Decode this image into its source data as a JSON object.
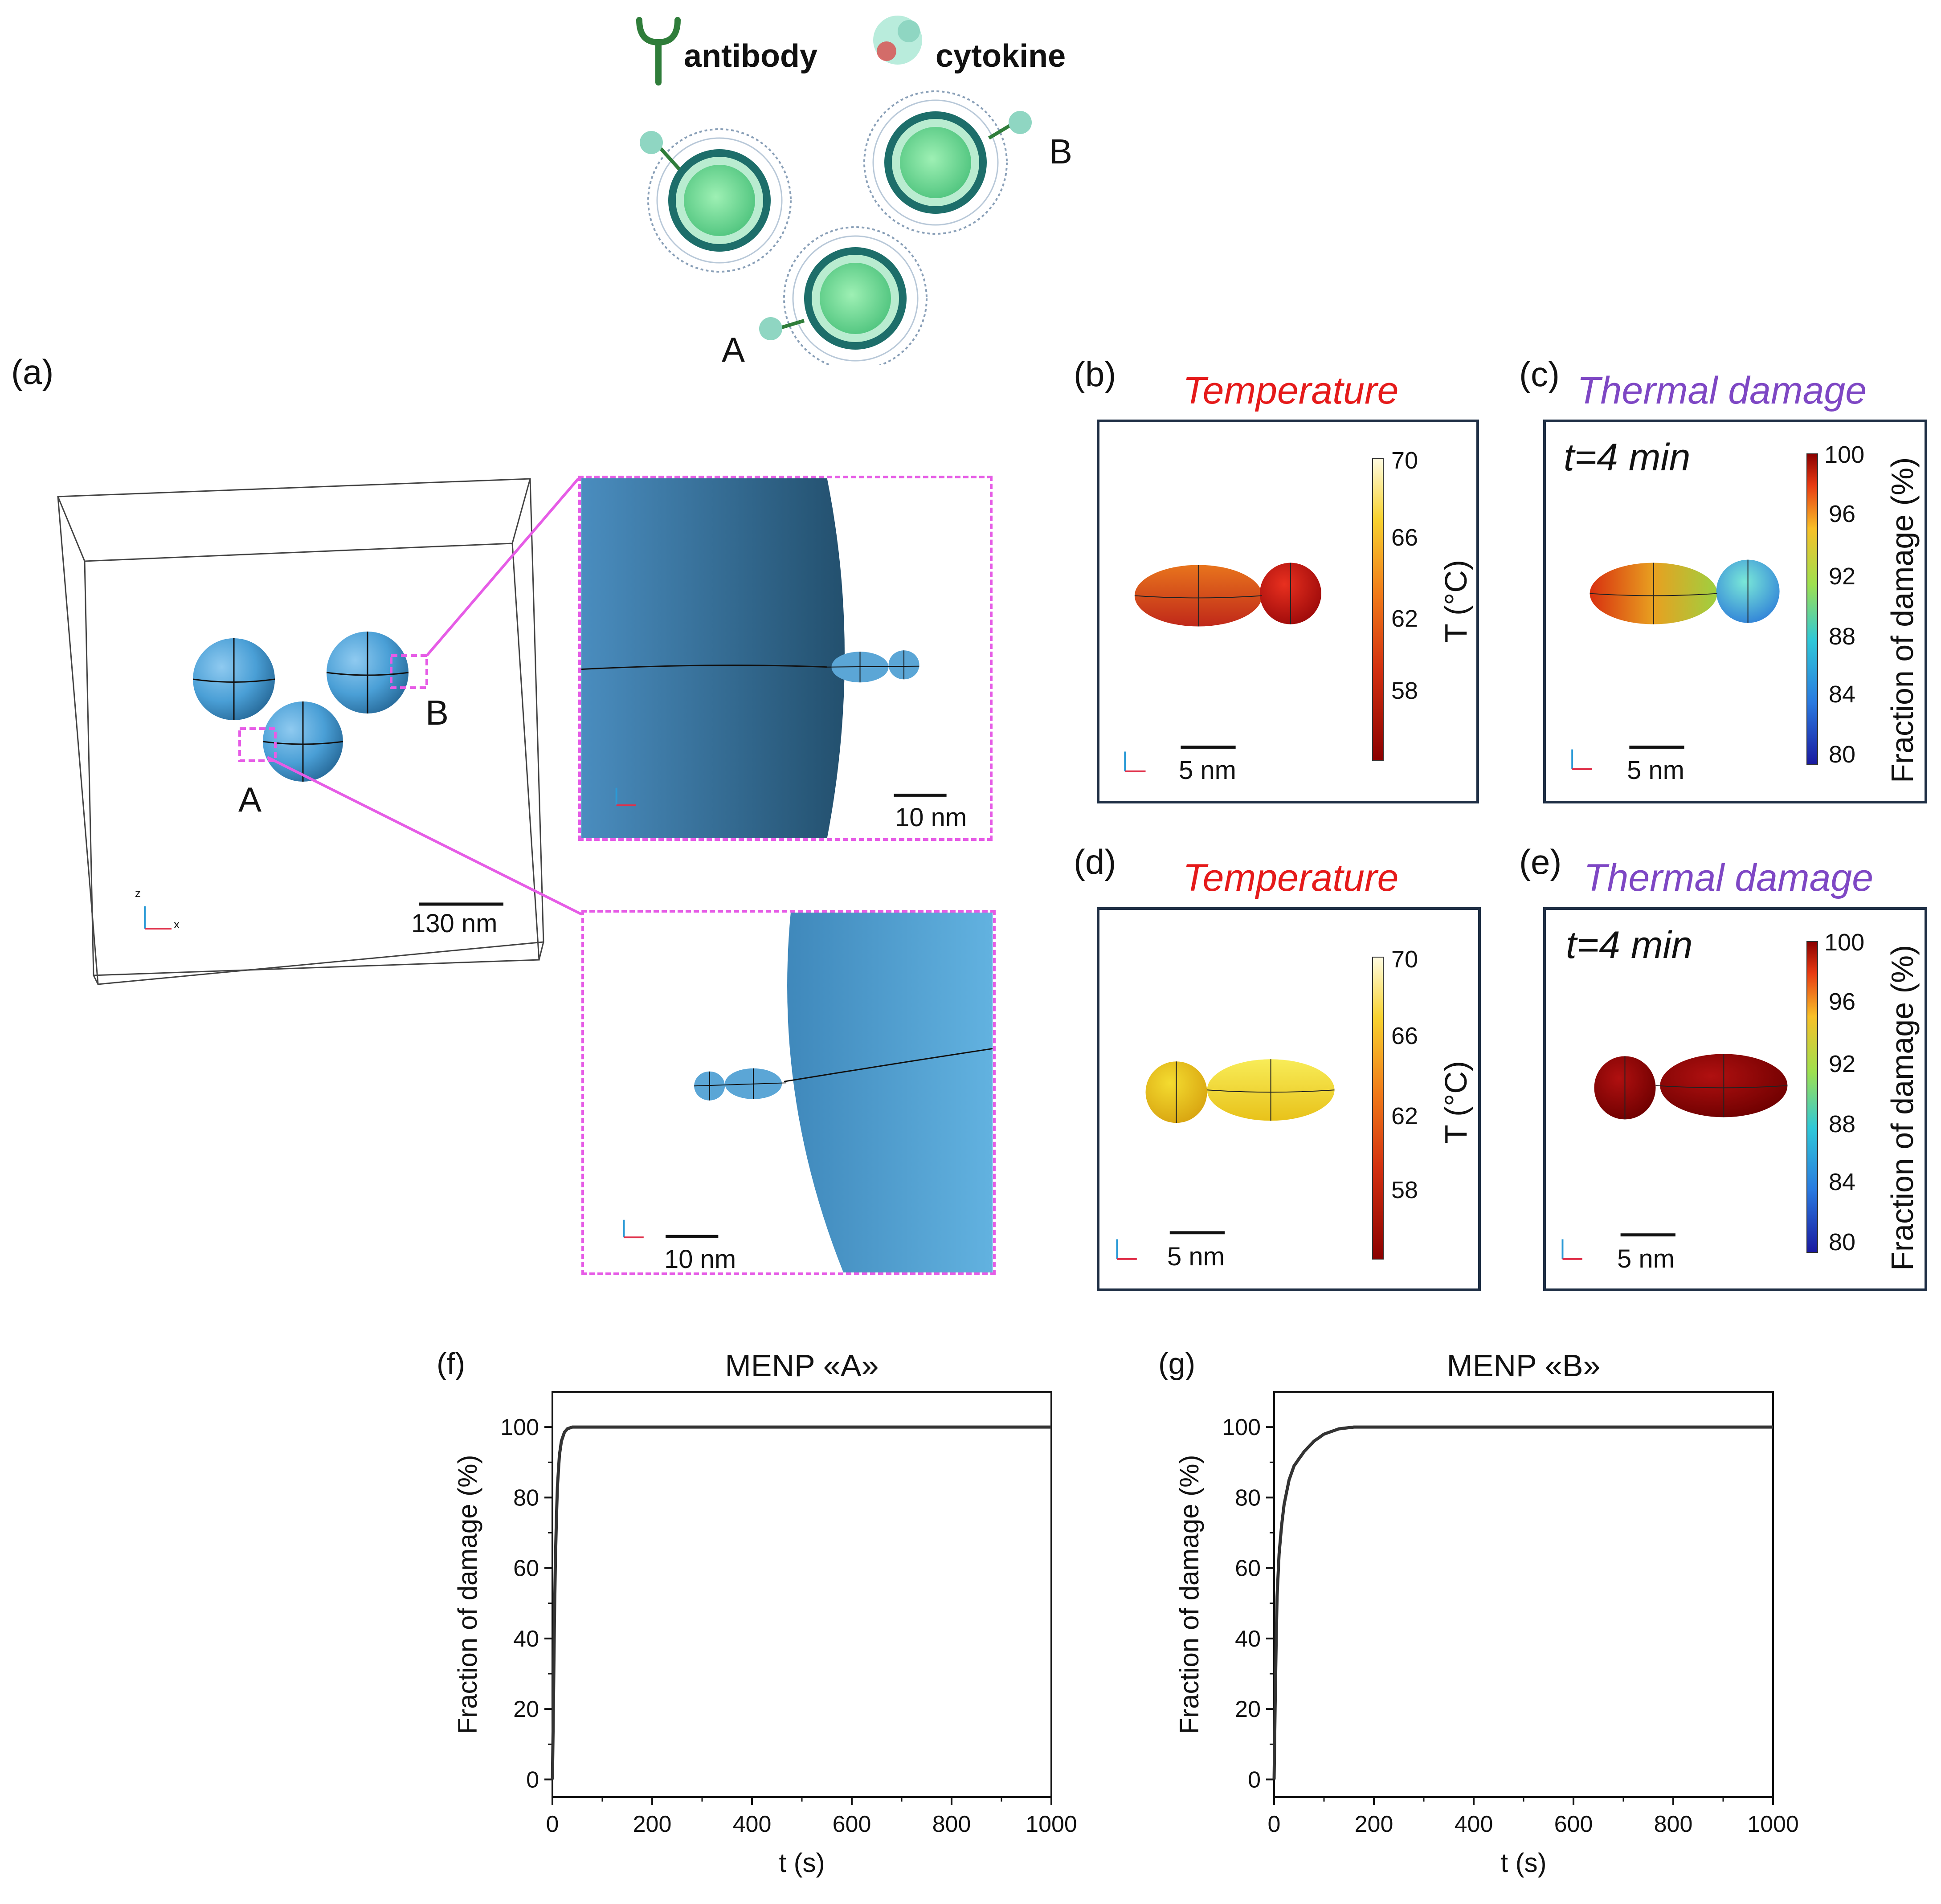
{
  "schematic": {
    "antibody_label": "antibody",
    "cytokine_label": "cytokine",
    "particle_a": "A",
    "particle_b": "B"
  },
  "panel_a": {
    "label": "(a)",
    "point_a": "A",
    "point_b": "B",
    "scale_main": "130 nm",
    "scale_zoom_top": "10 nm",
    "scale_zoom_bottom": "10 nm",
    "axis_z": "z",
    "axis_x": "x"
  },
  "panel_b": {
    "label": "(b)",
    "title": "Temperature",
    "scale": "5 nm",
    "colorbar_title": "T (°C)",
    "ticks": [
      "70",
      "66",
      "62",
      "58"
    ]
  },
  "panel_c": {
    "label": "(c)",
    "title": "Thermal damage",
    "time": "t=4 min",
    "scale": "5 nm",
    "colorbar_title": "Fraction of damage (%)",
    "ticks": [
      "100",
      "96",
      "92",
      "88",
      "84",
      "80"
    ]
  },
  "panel_d": {
    "label": "(d)",
    "title": "Temperature",
    "scale": "5 nm",
    "colorbar_title": "T (°C)",
    "ticks": [
      "70",
      "66",
      "62",
      "58"
    ]
  },
  "panel_e": {
    "label": "(e)",
    "title": "Thermal damage",
    "time": "t=4 min",
    "scale": "5 nm",
    "colorbar_title": "Fraction of damage (%)",
    "ticks": [
      "100",
      "96",
      "92",
      "88",
      "84",
      "80"
    ]
  },
  "colors": {
    "temp_low": "#8b0000",
    "temp_high": "#fffbe0",
    "damage_low": "#1a1aa0",
    "damage_high": "#8b0000",
    "frame": "#1f2f45",
    "zoom_border": "#e65ce6",
    "sphere": "#4a9fd6"
  },
  "chart_data": [
    {
      "panel_label": "(f)",
      "type": "line",
      "title": "MENP «A»",
      "xlabel": "t (s)",
      "ylabel": "Fraction of damage (%)",
      "xlim": [
        0,
        1000
      ],
      "ylim": [
        -5,
        110
      ],
      "xticks": [
        0,
        200,
        400,
        600,
        800,
        1000
      ],
      "yticks": [
        0,
        20,
        40,
        60,
        80,
        100
      ],
      "x": [
        0,
        2,
        4,
        6,
        8,
        10,
        14,
        18,
        24,
        30,
        40,
        60,
        100,
        200,
        400,
        600,
        800,
        1000
      ],
      "y": [
        0,
        20,
        45,
        62,
        74,
        83,
        92,
        96,
        98.5,
        99.5,
        100,
        100,
        100,
        100,
        100,
        100,
        100,
        100
      ]
    },
    {
      "panel_label": "(g)",
      "type": "line",
      "title": "MENP «B»",
      "xlabel": "t (s)",
      "ylabel": "Fraction of damage (%)",
      "xlim": [
        0,
        1000
      ],
      "ylim": [
        -5,
        110
      ],
      "xticks": [
        0,
        200,
        400,
        600,
        800,
        1000
      ],
      "yticks": [
        0,
        20,
        40,
        60,
        80,
        100
      ],
      "x": [
        0,
        2,
        4,
        6,
        10,
        15,
        20,
        30,
        40,
        60,
        80,
        100,
        130,
        160,
        200,
        400,
        600,
        800,
        1000
      ],
      "y": [
        0,
        20,
        38,
        52,
        64,
        72,
        78,
        85,
        89,
        93,
        96,
        98,
        99.5,
        100,
        100,
        100,
        100,
        100,
        100
      ]
    }
  ]
}
